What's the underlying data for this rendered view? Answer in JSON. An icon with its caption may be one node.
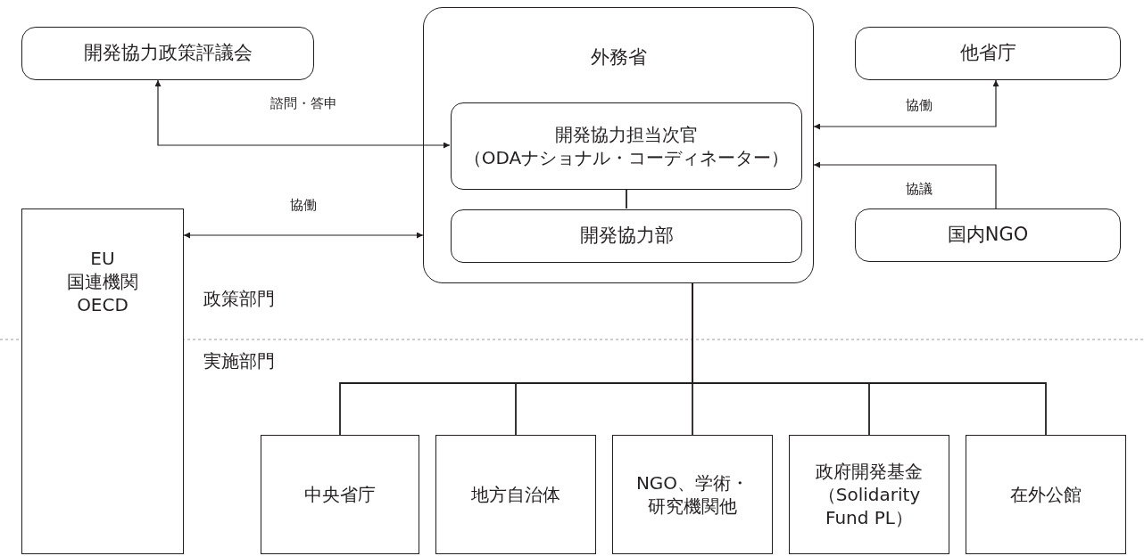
{
  "diagram": {
    "nodes": [
      {
        "text": [
          "開発協力政策評議会"
        ]
      },
      {
        "text": [
          "外務省"
        ]
      },
      {
        "text": [
          "開発協力担当次官",
          "（ODAナショナル・コーディネーター）"
        ],
        "in": 1
      },
      {
        "text": [
          "開発協力部"
        ],
        "in": 1
      },
      {
        "text": [
          "他省庁"
        ]
      },
      {
        "text": [
          "国内NGO"
        ]
      },
      {
        "text": [
          "EU",
          "国連機関",
          "OECD"
        ]
      },
      {
        "text": [
          "中央省庁"
        ]
      },
      {
        "text": [
          "地方自治体"
        ]
      },
      {
        "text": [
          "NGO、学術・研究機関他"
        ]
      },
      {
        "text": [
          "政府開発基金（Solidarity Fund PL）"
        ]
      },
      {
        "text": [
          "在外公館"
        ]
      }
    ],
    "edges": [
      {
        "from": 2,
        "to": 0,
        "arrow": "both",
        "label": "諮問・答申"
      },
      {
        "from": 6,
        "to": 1,
        "arrow": "both",
        "label": "協働"
      },
      {
        "from": 1,
        "to": 4,
        "arrow": "both",
        "label": "協働"
      },
      {
        "from": 5,
        "to": 1,
        "arrow": "to",
        "label": "協議"
      },
      {
        "from": 2,
        "to": 3,
        "arrow": "none"
      },
      {
        "from": 1,
        "to": 7,
        "arrow": "none"
      },
      {
        "from": 1,
        "to": 8,
        "arrow": "none"
      },
      {
        "from": 1,
        "to": 9,
        "arrow": "none"
      },
      {
        "from": 1,
        "to": 10,
        "arrow": "none"
      },
      {
        "from": 1,
        "to": 11,
        "arrow": "none"
      }
    ],
    "labels": [
      "政策部門",
      "実施部門"
    ]
  }
}
